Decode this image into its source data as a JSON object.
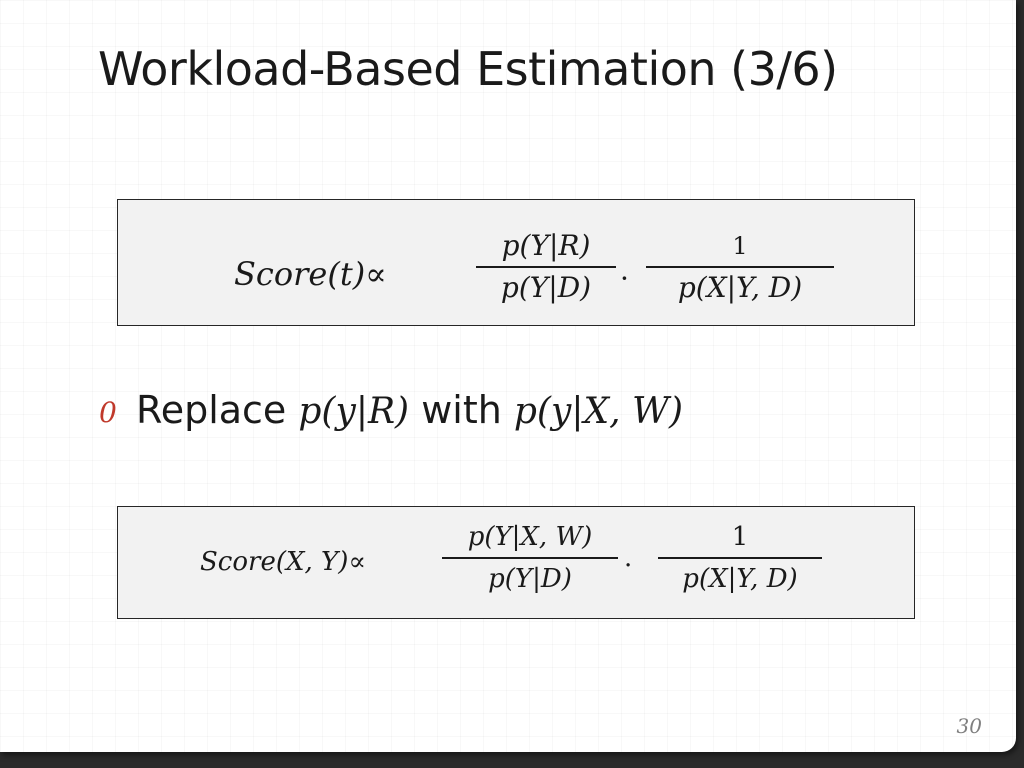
{
  "slide": {
    "title": "Workload-Based Estimation (3/6)",
    "page_number": "30"
  },
  "formula1": {
    "lhs": "Score(t)∝",
    "frac1_num": "p(Y|R)",
    "frac1_den": "p(Y|D)",
    "dot": "·",
    "frac2_num": "1",
    "frac2_den": "p(X|Y, D)"
  },
  "bullet": {
    "marker": "0",
    "prefix": "Replace ",
    "expr1": "p(y|R)",
    "middle": " with ",
    "expr2": "p(y|X, W)"
  },
  "formula2": {
    "lhs": "Score(X, Y)∝",
    "frac1_num": "p(Y|X, W)",
    "frac1_den": "p(Y|D)",
    "dot": "·",
    "frac2_num": "1",
    "frac2_den": "p(X|Y, D)"
  },
  "colors": {
    "bullet_marker": "#c0392b",
    "box_background": "#f2f2f2",
    "page_number": "#7f7f7f"
  }
}
